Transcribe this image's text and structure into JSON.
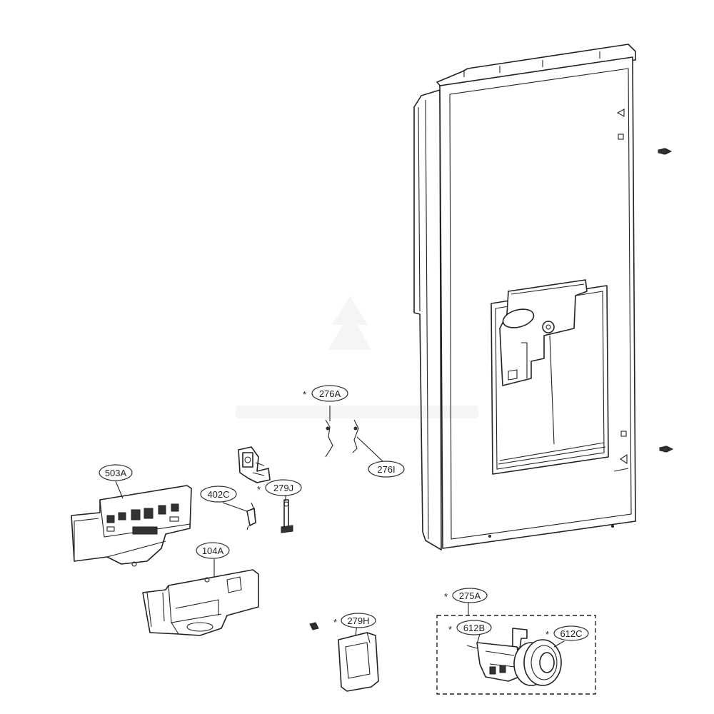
{
  "callouts": {
    "c276A": "276A",
    "c276I": "276I",
    "c503A": "503A",
    "c402C": "402C",
    "c279J": "279J",
    "c104A": "104A",
    "c279H": "279H",
    "c275A": "275A",
    "c612B": "612B",
    "c612C": "612C"
  },
  "marker": "*",
  "colors": {
    "line": "#222222",
    "background": "#ffffff"
  }
}
